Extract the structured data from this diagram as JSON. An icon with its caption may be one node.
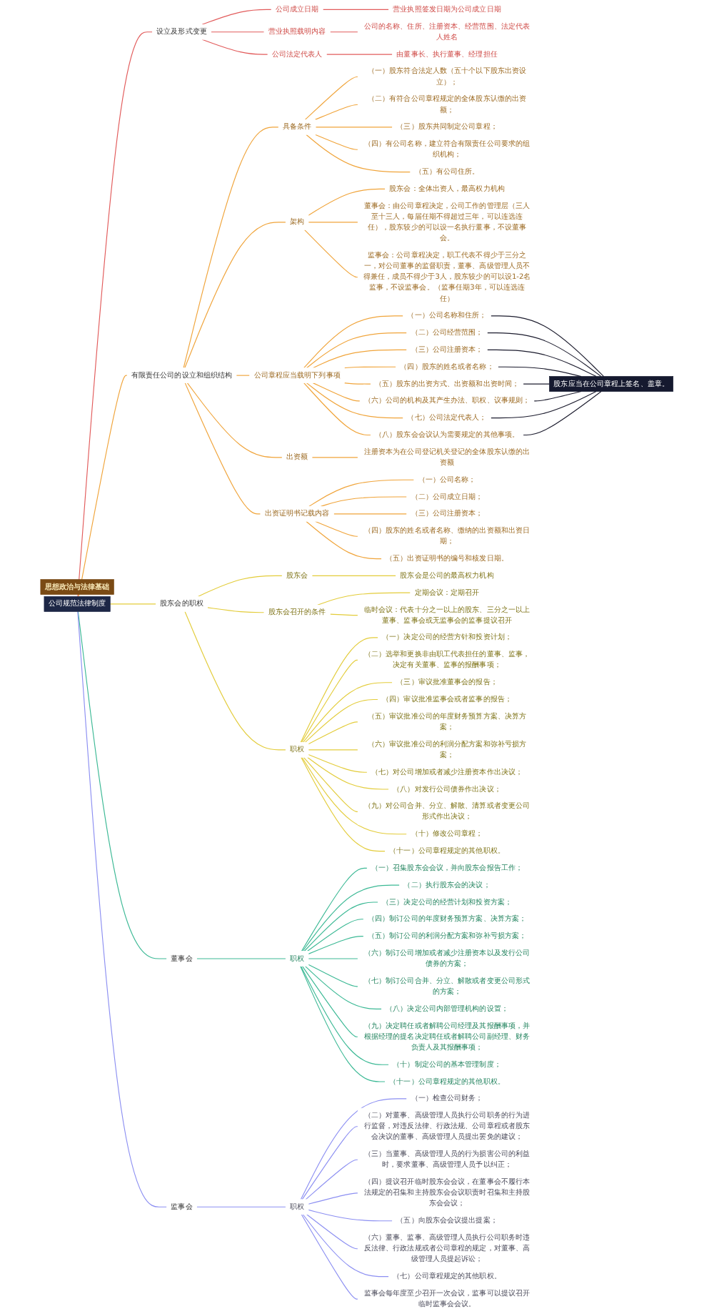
{
  "diagram": {
    "nodes": [
      {
        "text": [
          "思想政治与法律基础"
        ]
      },
      {
        "text": [
          "公司规范法律制度"
        ]
      },
      {
        "text": [
          "设立及形式变更"
        ]
      },
      {
        "text": [
          "公司成立日期"
        ]
      },
      {
        "text": [
          "营业执照签发日期为公司成立日期"
        ]
      },
      {
        "text": [
          "营业执照载明内容"
        ]
      },
      {
        "text": [
          "公司的名称、住所、注册资本、经营范围、法定代表人姓名"
        ]
      },
      {
        "text": [
          "公司法定代表人"
        ]
      },
      {
        "text": [
          "由董事长、执行董事、经理担任"
        ]
      },
      {
        "text": [
          "有限责任公司的设立和组织结构"
        ]
      },
      {
        "text": [
          "具备条件"
        ]
      },
      {
        "text": [
          "（一）股东符合法定人数（五十个以下股东出资设立）；"
        ]
      },
      {
        "text": [
          "（二）有符合公司章程规定的全体股东认缴的出资额；"
        ]
      },
      {
        "text": [
          "（三）股东共同制定公司章程；"
        ]
      },
      {
        "text": [
          "（四）有公司名称，建立符合有限责任公司要求的组织机构；"
        ]
      },
      {
        "text": [
          "（五）有公司住所。"
        ]
      },
      {
        "text": [
          "架构"
        ]
      },
      {
        "text": [
          "股东会：全体出资人，最高权力机构"
        ]
      },
      {
        "text": [
          "董事会：由公司章程决定，公司工作的管理层（三人至十三人，每届任期不得超过三年，可以连选连任），股东较少的可以设一名执行董事，不设董事会。"
        ]
      },
      {
        "text": [
          "监事会：公司章程决定，职工代表不得少于三分之一，对公司董事的监督职责，董事、高级管理人员不得兼任，成员不得少于3人，股东较少的可以设1-2名监事，不设监事会。（监事任期3年，可以连选连任）"
        ]
      },
      {
        "text": [
          "公司章程应当载明下列事项"
        ]
      },
      {
        "text": [
          "（一）公司名称和住所；"
        ]
      },
      {
        "text": [
          "（二）公司经营范围；"
        ]
      },
      {
        "text": [
          "（三）公司注册资本；"
        ]
      },
      {
        "text": [
          "（四）股东的姓名或者名称；"
        ]
      },
      {
        "text": [
          "（五）股东的出资方式、出资额和出资时间；"
        ]
      },
      {
        "text": [
          "（六）公司的机构及其产生办法、职权、议事规则；"
        ]
      },
      {
        "text": [
          "（七）公司法定代表人；"
        ]
      },
      {
        "text": [
          "（八）股东会会议认为需要规定的其他事项。"
        ]
      },
      {
        "text": [
          "股东应当在公司章程上签名、盖章。"
        ]
      },
      {
        "text": [
          "出资额"
        ]
      },
      {
        "text": [
          "注册资本为在公司登记机关登记的全体股东认缴的出资额"
        ]
      },
      {
        "text": [
          "出资证明书记载内容"
        ]
      },
      {
        "text": [
          "（一）公司名称；"
        ]
      },
      {
        "text": [
          "（二）公司成立日期；"
        ]
      },
      {
        "text": [
          "（三）公司注册资本；"
        ]
      },
      {
        "text": [
          "（四）股东的姓名或者名称、缴纳的出资额和出资日期；"
        ]
      },
      {
        "text": [
          "（五）出资证明书的编号和核发日期。"
        ]
      },
      {
        "text": [
          "股东会的职权"
        ]
      },
      {
        "text": [
          "股东会"
        ]
      },
      {
        "text": [
          "股东会是公司的最高权力机构"
        ]
      },
      {
        "text": [
          "股东会召开的条件"
        ]
      },
      {
        "text": [
          "定期会议：定期召开"
        ]
      },
      {
        "text": [
          "临时会议：代表十分之一以上的股东、三分之一以上董事、监事会或无监事会的监事提议召开"
        ]
      },
      {
        "text": [
          "职权"
        ]
      },
      {
        "text": [
          "（一）决定公司的经营方针和投资计划；"
        ]
      },
      {
        "text": [
          "（二）选举和更换非由职工代表担任的董事、监事，决定有关董事、监事的报酬事项；"
        ]
      },
      {
        "text": [
          "（三）审议批准董事会的报告；"
        ]
      },
      {
        "text": [
          "（四）审议批准监事会或者监事的报告；"
        ]
      },
      {
        "text": [
          "（五）审议批准公司的年度财务预算方案、决算方案；"
        ]
      },
      {
        "text": [
          "（六）审议批准公司的利润分配方案和弥补亏损方案；"
        ]
      },
      {
        "text": [
          "（七）对公司增加或者减少注册资本作出决议；"
        ]
      },
      {
        "text": [
          "（八）对发行公司债券作出决议；"
        ]
      },
      {
        "text": [
          "（九）对公司合并、分立、解散、清算或者变更公司形式作出决议；"
        ]
      },
      {
        "text": [
          "（十）修改公司章程；"
        ]
      },
      {
        "text": [
          "（十一）公司章程规定的其他职权。"
        ]
      },
      {
        "text": [
          "董事会"
        ]
      },
      {
        "text": [
          "职权"
        ]
      },
      {
        "text": [
          "（一）召集股东会会议，并向股东会报告工作；"
        ]
      },
      {
        "text": [
          "（二）执行股东会的决议；"
        ]
      },
      {
        "text": [
          "（三）决定公司的经营计划和投资方案；"
        ]
      },
      {
        "text": [
          "（四）制订公司的年度财务预算方案、决算方案；"
        ]
      },
      {
        "text": [
          "（五）制订公司的利润分配方案和弥补亏损方案；"
        ]
      },
      {
        "text": [
          "（六）制订公司增加或者减少注册资本以及发行公司债券的方案；"
        ]
      },
      {
        "text": [
          "（七）制订公司合并、分立、解散或者变更公司形式的方案；"
        ]
      },
      {
        "text": [
          "（八）决定公司内部管理机构的设置；"
        ]
      },
      {
        "text": [
          "（九）决定聘任或者解聘公司经理及其报酬事项，并根据经理的提名决定聘任或者解聘公司副经理、财务负责人及其报酬事项；"
        ]
      },
      {
        "text": [
          "（十）制定公司的基本管理制度；"
        ]
      },
      {
        "text": [
          "（十一）公司章程规定的其他职权。"
        ]
      },
      {
        "text": [
          "监事会"
        ]
      },
      {
        "text": [
          "职权"
        ]
      },
      {
        "text": [
          "（一）检查公司财务；"
        ]
      },
      {
        "text": [
          "（二）对董事、高级管理人员执行公司职务的行为进行监督，对违反法律、行政法规、公司章程或者股东会决议的董事、高级管理人员提出罢免的建议；"
        ]
      },
      {
        "text": [
          "（三）当董事、高级管理人员的行为损害公司的利益时，要求董事、高级管理人员予以纠正；"
        ]
      },
      {
        "text": [
          "（四）提议召开临时股东会会议，在董事会不履行本法规定的召集和主持股东会会议职责时召集和主持股东会会议；"
        ]
      },
      {
        "text": [
          "（五）向股东会会议提出提案；"
        ]
      },
      {
        "text": [
          "（六）董事、监事、高级管理人员执行公司职务时违反法律、行政法规或者公司章程的规定，对董事、高级管理人员提起诉讼；"
        ]
      },
      {
        "text": [
          "（七）公司章程规定的其他职权。"
        ]
      },
      {
        "text": [
          "监事会每年度至少召开一次会议，监事可以提议召开临时监事会会议。"
        ]
      }
    ],
    "edges": [
      {
        "from": 1,
        "to": 2,
        "arrow": "none",
        "color": "#e25b5b"
      },
      {
        "from": 2,
        "to": 3,
        "arrow": "none",
        "color": "#e25b5b"
      },
      {
        "from": 3,
        "to": 4,
        "arrow": "none",
        "color": "#e25b5b"
      },
      {
        "from": 2,
        "to": 5,
        "arrow": "none",
        "color": "#e25b5b"
      },
      {
        "from": 5,
        "to": 6,
        "arrow": "none",
        "color": "#e25b5b"
      },
      {
        "from": 2,
        "to": 7,
        "arrow": "none",
        "color": "#e25b5b"
      },
      {
        "from": 7,
        "to": 8,
        "arrow": "none",
        "color": "#e25b5b"
      },
      {
        "from": 1,
        "to": 9,
        "arrow": "none"
      },
      {
        "from": 9,
        "to": 10,
        "arrow": "none"
      },
      {
        "from": 10,
        "to": 11,
        "arrow": "none"
      },
      {
        "from": 10,
        "to": 12,
        "arrow": "none"
      },
      {
        "from": 10,
        "to": 13,
        "arrow": "none"
      },
      {
        "from": 10,
        "to": 14,
        "arrow": "none"
      },
      {
        "from": 10,
        "to": 15,
        "arrow": "none"
      },
      {
        "from": 9,
        "to": 16,
        "arrow": "none"
      },
      {
        "from": 16,
        "to": 17,
        "arrow": "none"
      },
      {
        "from": 16,
        "to": 18,
        "arrow": "none"
      },
      {
        "from": 16,
        "to": 19,
        "arrow": "none"
      },
      {
        "from": 9,
        "to": 20,
        "arrow": "none"
      },
      {
        "from": 20,
        "to": 21,
        "arrow": "none"
      },
      {
        "from": 20,
        "to": 22,
        "arrow": "none"
      },
      {
        "from": 20,
        "to": 23,
        "arrow": "none"
      },
      {
        "from": 20,
        "to": 24,
        "arrow": "none"
      },
      {
        "from": 20,
        "to": 25,
        "arrow": "none"
      },
      {
        "from": 20,
        "to": 26,
        "arrow": "none"
      },
      {
        "from": 20,
        "to": 27,
        "arrow": "none"
      },
      {
        "from": 20,
        "to": 28,
        "arrow": "none"
      },
      {
        "from": 21,
        "to": 29,
        "arrow": "none",
        "color": "#1c1c2e"
      },
      {
        "from": 22,
        "to": 29,
        "arrow": "none",
        "color": "#1c1c2e"
      },
      {
        "from": 23,
        "to": 29,
        "arrow": "none",
        "color": "#1c1c2e"
      },
      {
        "from": 24,
        "to": 29,
        "arrow": "none",
        "color": "#1c1c2e"
      },
      {
        "from": 25,
        "to": 29,
        "arrow": "none",
        "color": "#1c1c2e"
      },
      {
        "from": 26,
        "to": 29,
        "arrow": "none",
        "color": "#1c1c2e"
      },
      {
        "from": 27,
        "to": 29,
        "arrow": "none",
        "color": "#1c1c2e"
      },
      {
        "from": 28,
        "to": 29,
        "arrow": "none",
        "color": "#1c1c2e"
      },
      {
        "from": 9,
        "to": 30,
        "arrow": "none"
      },
      {
        "from": 30,
        "to": 31,
        "arrow": "none"
      },
      {
        "from": 9,
        "to": 32,
        "arrow": "none"
      },
      {
        "from": 32,
        "to": 33,
        "arrow": "none"
      },
      {
        "from": 32,
        "to": 34,
        "arrow": "none"
      },
      {
        "from": 32,
        "to": 35,
        "arrow": "none"
      },
      {
        "from": 32,
        "to": 36,
        "arrow": "none"
      },
      {
        "from": 32,
        "to": 37,
        "arrow": "none"
      },
      {
        "from": 1,
        "to": 38,
        "arrow": "none",
        "color": "#e3cc3a"
      },
      {
        "from": 38,
        "to": 39,
        "arrow": "none",
        "color": "#e3cc3a"
      },
      {
        "from": 39,
        "to": 40,
        "arrow": "none",
        "color": "#e3cc3a"
      },
      {
        "from": 38,
        "to": 41,
        "arrow": "none",
        "color": "#e3cc3a"
      },
      {
        "from": 41,
        "to": 42,
        "arrow": "none",
        "color": "#e3cc3a"
      },
      {
        "from": 41,
        "to": 43,
        "arrow": "none",
        "color": "#e3cc3a"
      },
      {
        "from": 38,
        "to": 44,
        "arrow": "none",
        "color": "#e3cc3a"
      },
      {
        "from": 44,
        "to": 45,
        "arrow": "none",
        "color": "#e3cc3a"
      },
      {
        "from": 44,
        "to": 46,
        "arrow": "none",
        "color": "#e3cc3a"
      },
      {
        "from": 44,
        "to": 47,
        "arrow": "none",
        "color": "#e3cc3a"
      },
      {
        "from": 44,
        "to": 48,
        "arrow": "none",
        "color": "#e3cc3a"
      },
      {
        "from": 44,
        "to": 49,
        "arrow": "none",
        "color": "#e3cc3a"
      },
      {
        "from": 44,
        "to": 50,
        "arrow": "none",
        "color": "#e3cc3a"
      },
      {
        "from": 44,
        "to": 51,
        "arrow": "none",
        "color": "#e3cc3a"
      },
      {
        "from": 44,
        "to": 52,
        "arrow": "none",
        "color": "#e3cc3a"
      },
      {
        "from": 44,
        "to": 53,
        "arrow": "none",
        "color": "#e3cc3a"
      },
      {
        "from": 44,
        "to": 54,
        "arrow": "none",
        "color": "#e3cc3a"
      },
      {
        "from": 44,
        "to": 55,
        "arrow": "none",
        "color": "#e3cc3a"
      },
      {
        "from": 1,
        "to": 56,
        "arrow": "none",
        "color": "#3cb995"
      },
      {
        "from": 56,
        "to": 57,
        "arrow": "none",
        "color": "#3cb995"
      },
      {
        "from": 57,
        "to": 58,
        "arrow": "none",
        "color": "#3cb995"
      },
      {
        "from": 57,
        "to": 59,
        "arrow": "none",
        "color": "#3cb995"
      },
      {
        "from": 57,
        "to": 60,
        "arrow": "none",
        "color": "#3cb995"
      },
      {
        "from": 57,
        "to": 61,
        "arrow": "none",
        "color": "#3cb995"
      },
      {
        "from": 57,
        "to": 62,
        "arrow": "none",
        "color": "#3cb995"
      },
      {
        "from": 57,
        "to": 63,
        "arrow": "none",
        "color": "#3cb995"
      },
      {
        "from": 57,
        "to": 64,
        "arrow": "none",
        "color": "#3cb995"
      },
      {
        "from": 57,
        "to": 65,
        "arrow": "none",
        "color": "#3cb995"
      },
      {
        "from": 57,
        "to": 66,
        "arrow": "none",
        "color": "#3cb995"
      },
      {
        "from": 57,
        "to": 67,
        "arrow": "none",
        "color": "#3cb995"
      },
      {
        "from": 57,
        "to": 68,
        "arrow": "none",
        "color": "#3cb995"
      },
      {
        "from": 1,
        "to": 69,
        "arrow": "none",
        "color": "#8c8ff2"
      },
      {
        "from": 69,
        "to": 70,
        "arrow": "none",
        "color": "#8c8ff2"
      },
      {
        "from": 70,
        "to": 71,
        "arrow": "none",
        "color": "#8c8ff2"
      },
      {
        "from": 70,
        "to": 72,
        "arrow": "none",
        "color": "#8c8ff2"
      },
      {
        "from": 70,
        "to": 73,
        "arrow": "none",
        "color": "#8c8ff2"
      },
      {
        "from": 70,
        "to": 74,
        "arrow": "none",
        "color": "#8c8ff2"
      },
      {
        "from": 70,
        "to": 75,
        "arrow": "none",
        "color": "#8c8ff2"
      },
      {
        "from": 70,
        "to": 76,
        "arrow": "none",
        "color": "#8c8ff2"
      },
      {
        "from": 70,
        "to": 77,
        "arrow": "none",
        "color": "#8c8ff2"
      },
      {
        "from": 70,
        "to": 78,
        "arrow": "none",
        "color": "#8c8ff2"
      }
    ]
  }
}
